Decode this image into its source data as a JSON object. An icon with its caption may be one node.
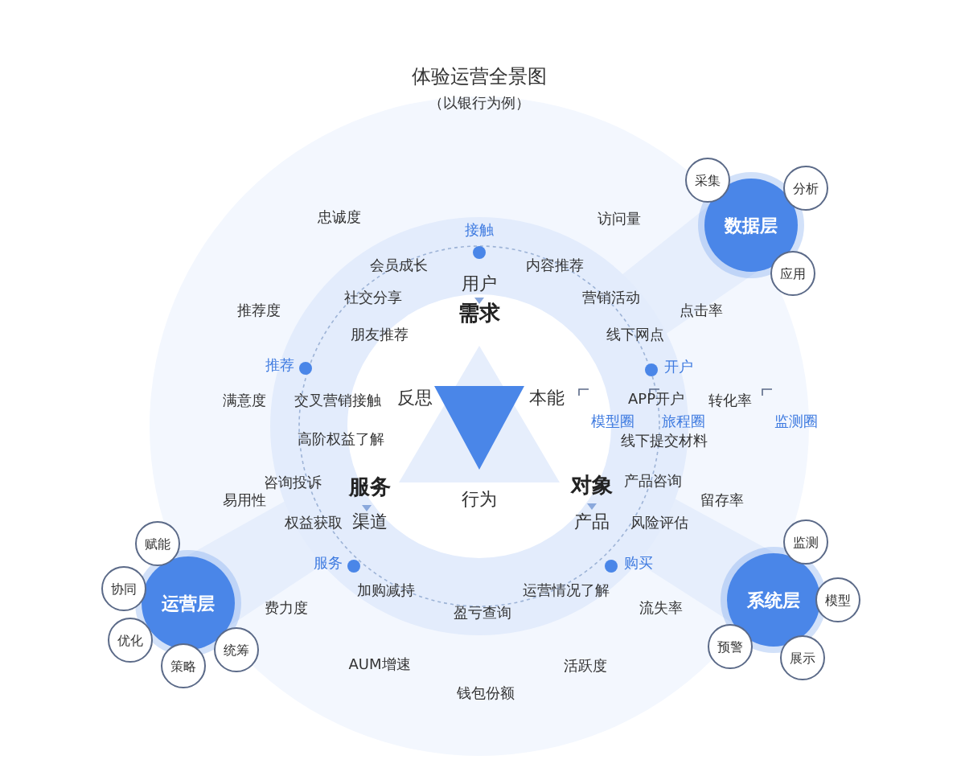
{
  "diagram": {
    "title": "体验运营全景图",
    "nodes": [
      {
        "text": [
          "数据层"
        ]
      },
      {
        "text": [
          "采集"
        ]
      },
      {
        "text": [
          "分析"
        ]
      },
      {
        "text": [
          "应用"
        ]
      },
      {
        "text": [
          "运营层"
        ]
      },
      {
        "text": [
          "赋能"
        ]
      },
      {
        "text": [
          "协同"
        ]
      },
      {
        "text": [
          "优化"
        ]
      },
      {
        "text": [
          "策略"
        ]
      },
      {
        "text": [
          "统筹"
        ]
      },
      {
        "text": [
          "系统层"
        ]
      },
      {
        "text": [
          "监测"
        ]
      },
      {
        "text": [
          "模型"
        ]
      },
      {
        "text": [
          "预警"
        ]
      },
      {
        "text": [
          "展示"
        ]
      }
    ],
    "labels": [
      "（以银行为例）",
      "忠诚度",
      "访问量",
      "接触",
      "会员成长",
      "内容推荐",
      "用户",
      "需求",
      "社交分享",
      "营销活动",
      "推荐度",
      "点击率",
      "朋友推荐",
      "线下网点",
      "推荐",
      "开户",
      "满意度",
      "交叉营销接触",
      "反思",
      "本能",
      "APP开户",
      "转化率",
      "模型圈",
      "旅程圈",
      "监测圈",
      "高阶权益了解",
      "线下提交材料",
      "咨询投诉",
      "服务",
      "对象",
      "产品咨询",
      "易用性",
      "行为",
      "留存率",
      "权益获取",
      "渠道",
      "产品",
      "风险评估",
      "服务",
      "购买",
      "加购减持",
      "费力度",
      "运营情况了解",
      "盈亏查询",
      "流失率",
      "AUM增速",
      "活跃度",
      "钱包份额"
    ]
  }
}
